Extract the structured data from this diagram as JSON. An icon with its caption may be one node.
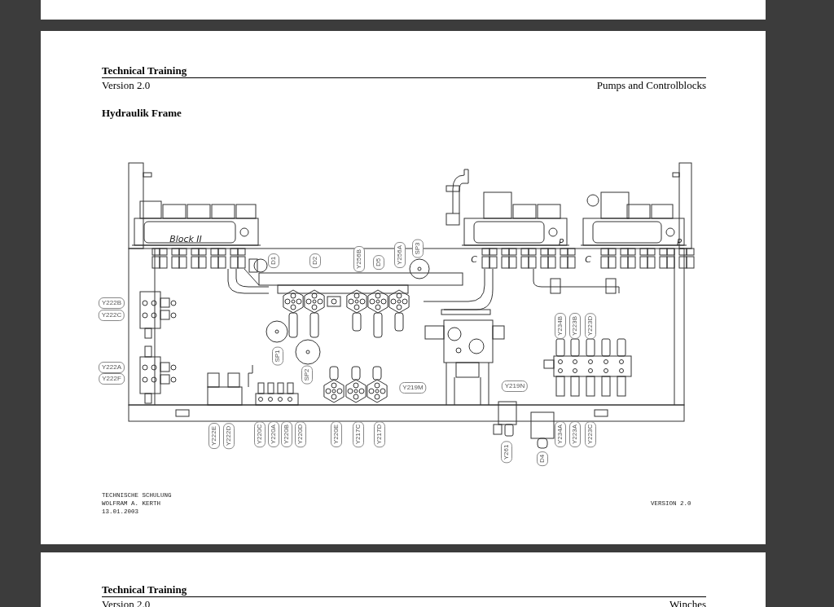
{
  "diagram": {
    "title": "Hydraulik Frame",
    "labels": [
      "Technical Training",
      "Version 2.0",
      "Pumps and Controlblocks",
      "Block II",
      "P",
      "P",
      "D1",
      "D2",
      "Y256B",
      "D5",
      "Y256A",
      "SP3",
      "C",
      "C",
      "Y222B",
      "Y222C",
      "Y222A",
      "Y222F",
      "SP1",
      "SP2",
      "Y234B",
      "Y223B",
      "Y223D",
      "Y219M",
      "Y219N",
      "Y222E",
      "Y222D",
      "Y220C",
      "Y220A",
      "Y220B",
      "Y220D",
      "Y220E",
      "Y217C",
      "Y217D",
      "Y261",
      "Y234A",
      "Y223A",
      "Y223C",
      "D4",
      "TECHNISCHE SCHULUNG",
      "WOLFRAM A. KERTH",
      "13.01.2003",
      "VERSION 2.0",
      "Technical Training",
      "Version 2.0",
      "Winches"
    ]
  }
}
